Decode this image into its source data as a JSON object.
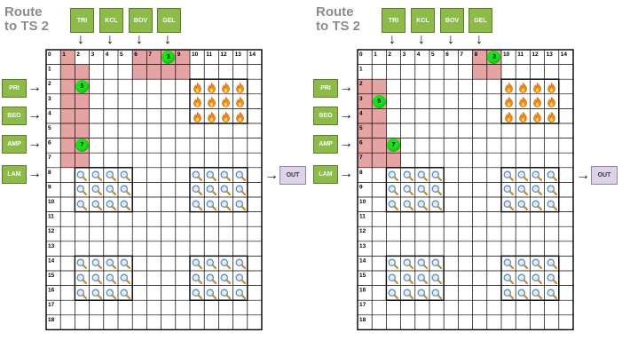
{
  "title": "Route\nto TS 2",
  "colors": {
    "route": "#e6a3a3",
    "routeTint": "#f0c8c8",
    "droplet": "#19e019",
    "port": "#8dbb4a",
    "grid": "#000000"
  },
  "grid": {
    "cols": 15,
    "rows": 19,
    "col_labels": [
      "0",
      "1",
      "2",
      "3",
      "4",
      "5",
      "6",
      "7",
      "8",
      "9",
      "10",
      "11",
      "12",
      "13",
      "14"
    ],
    "row_labels": [
      "0",
      "1",
      "2",
      "3",
      "4",
      "5",
      "6",
      "7",
      "8",
      "9",
      "10",
      "11",
      "12",
      "13",
      "14",
      "15",
      "16",
      "17",
      "18"
    ]
  },
  "ports": {
    "top": [
      "TRI",
      "KCL",
      "BOV",
      "GEL"
    ],
    "left": [
      "PRI",
      "BEO",
      "AMP",
      "LAM"
    ],
    "right": [
      "OUT"
    ]
  },
  "panels": [
    {
      "route_cells": [
        [
          1,
          0
        ],
        [
          1,
          1
        ],
        [
          2,
          1
        ],
        [
          1,
          2
        ],
        [
          2,
          2
        ],
        [
          1,
          3
        ],
        [
          2,
          3
        ],
        [
          1,
          4
        ],
        [
          2,
          4
        ],
        [
          1,
          5
        ],
        [
          2,
          5
        ],
        [
          1,
          6
        ],
        [
          2,
          6
        ],
        [
          1,
          7
        ],
        [
          2,
          7
        ],
        [
          8,
          0
        ],
        [
          9,
          0
        ],
        [
          8,
          1
        ],
        [
          9,
          1
        ],
        [
          6,
          0
        ],
        [
          7,
          0
        ],
        [
          6,
          1
        ],
        [
          7,
          1
        ]
      ],
      "droplets": [
        {
          "label": "3",
          "col": 8,
          "row": 0
        },
        {
          "label": "5",
          "col": 2,
          "row": 2
        },
        {
          "label": "7",
          "col": 2,
          "row": 6
        }
      ]
    },
    {
      "route_cells": [
        [
          0,
          2
        ],
        [
          1,
          2
        ],
        [
          0,
          3
        ],
        [
          1,
          3
        ],
        [
          0,
          4
        ],
        [
          1,
          4
        ],
        [
          0,
          5
        ],
        [
          1,
          5
        ],
        [
          0,
          6
        ],
        [
          1,
          6
        ],
        [
          2,
          6
        ],
        [
          0,
          7
        ],
        [
          1,
          7
        ],
        [
          2,
          7
        ],
        [
          8,
          0
        ],
        [
          9,
          0
        ],
        [
          8,
          1
        ],
        [
          9,
          1
        ]
      ],
      "droplets": [
        {
          "label": "3",
          "col": 9,
          "row": 0
        },
        {
          "label": "5",
          "col": 1,
          "row": 3
        },
        {
          "label": "7",
          "col": 2,
          "row": 6
        }
      ]
    }
  ],
  "heaters": {
    "icon": "flame-icon",
    "col": 10,
    "row": 2,
    "cols": 4,
    "rows": 3
  },
  "detectors": {
    "icon": "magnifier-icon",
    "blocks": [
      {
        "col": 2,
        "row": 8,
        "cols": 4,
        "rows": 3
      },
      {
        "col": 10,
        "row": 8,
        "cols": 4,
        "rows": 3
      },
      {
        "col": 2,
        "row": 14,
        "cols": 4,
        "rows": 3
      },
      {
        "col": 10,
        "row": 14,
        "cols": 4,
        "rows": 3
      }
    ]
  }
}
